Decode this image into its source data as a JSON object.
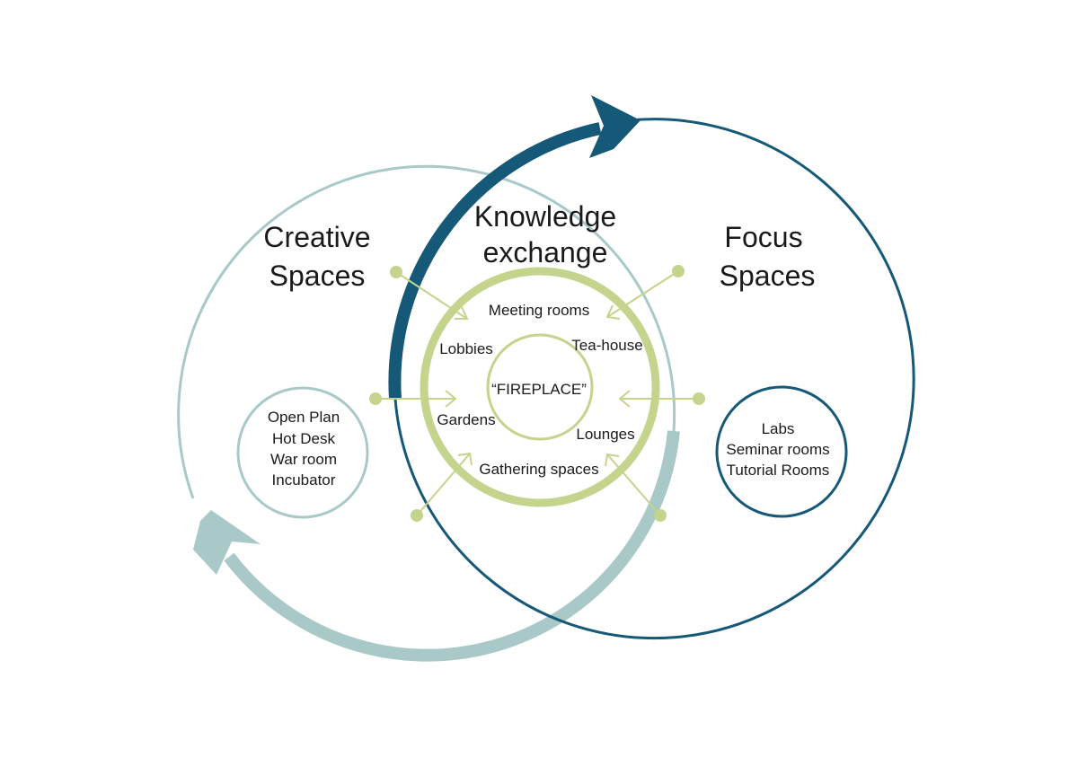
{
  "creative": {
    "line1": "Creative",
    "line2": "Spaces"
  },
  "knowledge": {
    "line1": "Knowledge",
    "line2": "exchange"
  },
  "focus": {
    "line1": "Focus",
    "line2": "Spaces"
  },
  "center": {
    "fireplace": "“FIREPLACE”",
    "spaces": {
      "meeting": "Meeting rooms",
      "lobbies": "Lobbies",
      "teahouse": "Tea-house",
      "gardens": "Gardens",
      "lounges": "Lounges",
      "gathering": "Gathering spaces"
    }
  },
  "creative_list": [
    "Open Plan",
    "Hot Desk",
    "War room",
    "Incubator"
  ],
  "focus_list": [
    "Labs",
    "Seminar rooms",
    "Tutorial Rooms"
  ],
  "colors": {
    "light_teal": "#a9c9c8",
    "dark_teal": "#165877",
    "green": "#c4d48d",
    "text": "#1a1a1a"
  }
}
